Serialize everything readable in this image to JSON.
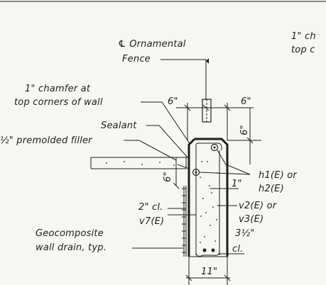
{
  "callouts": {
    "centerline_symbol": "℄",
    "ornamental_fence_1": "Ornamental",
    "ornamental_fence_2": "Fence",
    "chamfer_line1": "1\" chamfer at",
    "chamfer_line2": "top corners of wall",
    "sealant": "Sealant",
    "premolded_filler": "½\" premolded filler",
    "clear_2in": "2\" cl.",
    "v7": "v7(E)",
    "geocomposite_1": "Geocomposite",
    "geocomposite_2": "wall drain, typ.",
    "h1_h2_line1": "h1(E) or",
    "h1_h2_line2": "h2(E)",
    "v2_v3_line1": "v2(E) or",
    "v2_v3_line2": "v3(E)",
    "clear_3half": "3½\"",
    "clear_label": "cl.",
    "top_right_partial_1": "1\" ch",
    "top_right_partial_2": "top c"
  },
  "dimensions": {
    "left_6in": "6\"",
    "right_6in": "6\"",
    "vertical_6in": "6\"",
    "left_vertical_6in": "6\"",
    "one_inch": "1\"",
    "width_11in": "11\""
  },
  "colors": {
    "ink": "#1e1e1e",
    "paper": "#f6f6f3"
  }
}
